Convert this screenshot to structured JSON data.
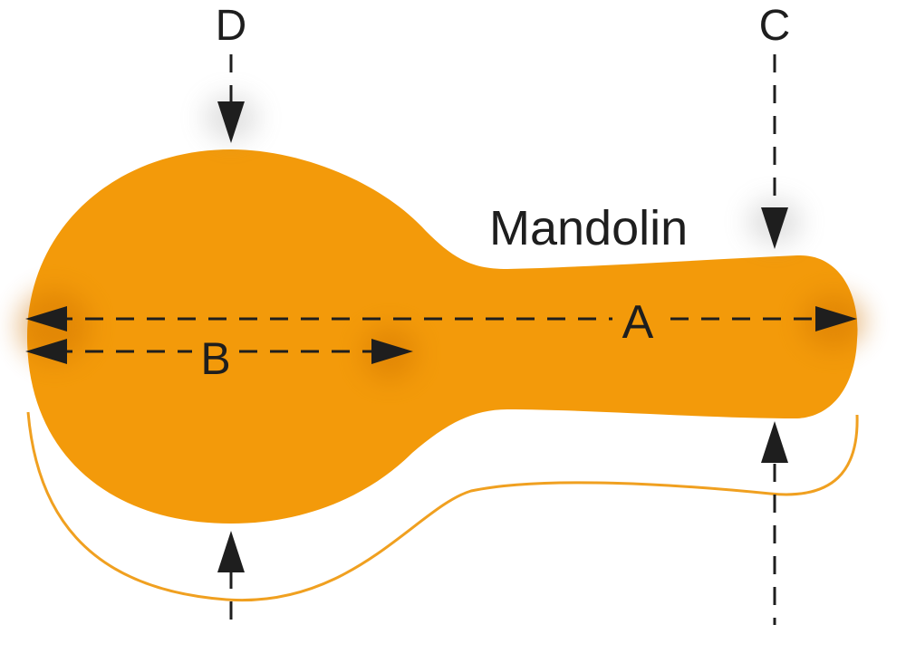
{
  "diagram": {
    "title": "Mandolin",
    "labels": {
      "a": "A",
      "b": "B",
      "c": "C",
      "d": "D"
    },
    "colors": {
      "body": "#f39a0a",
      "outline": "#f0a020",
      "lines": "#1e1e1e",
      "background": "#ffffff"
    }
  }
}
